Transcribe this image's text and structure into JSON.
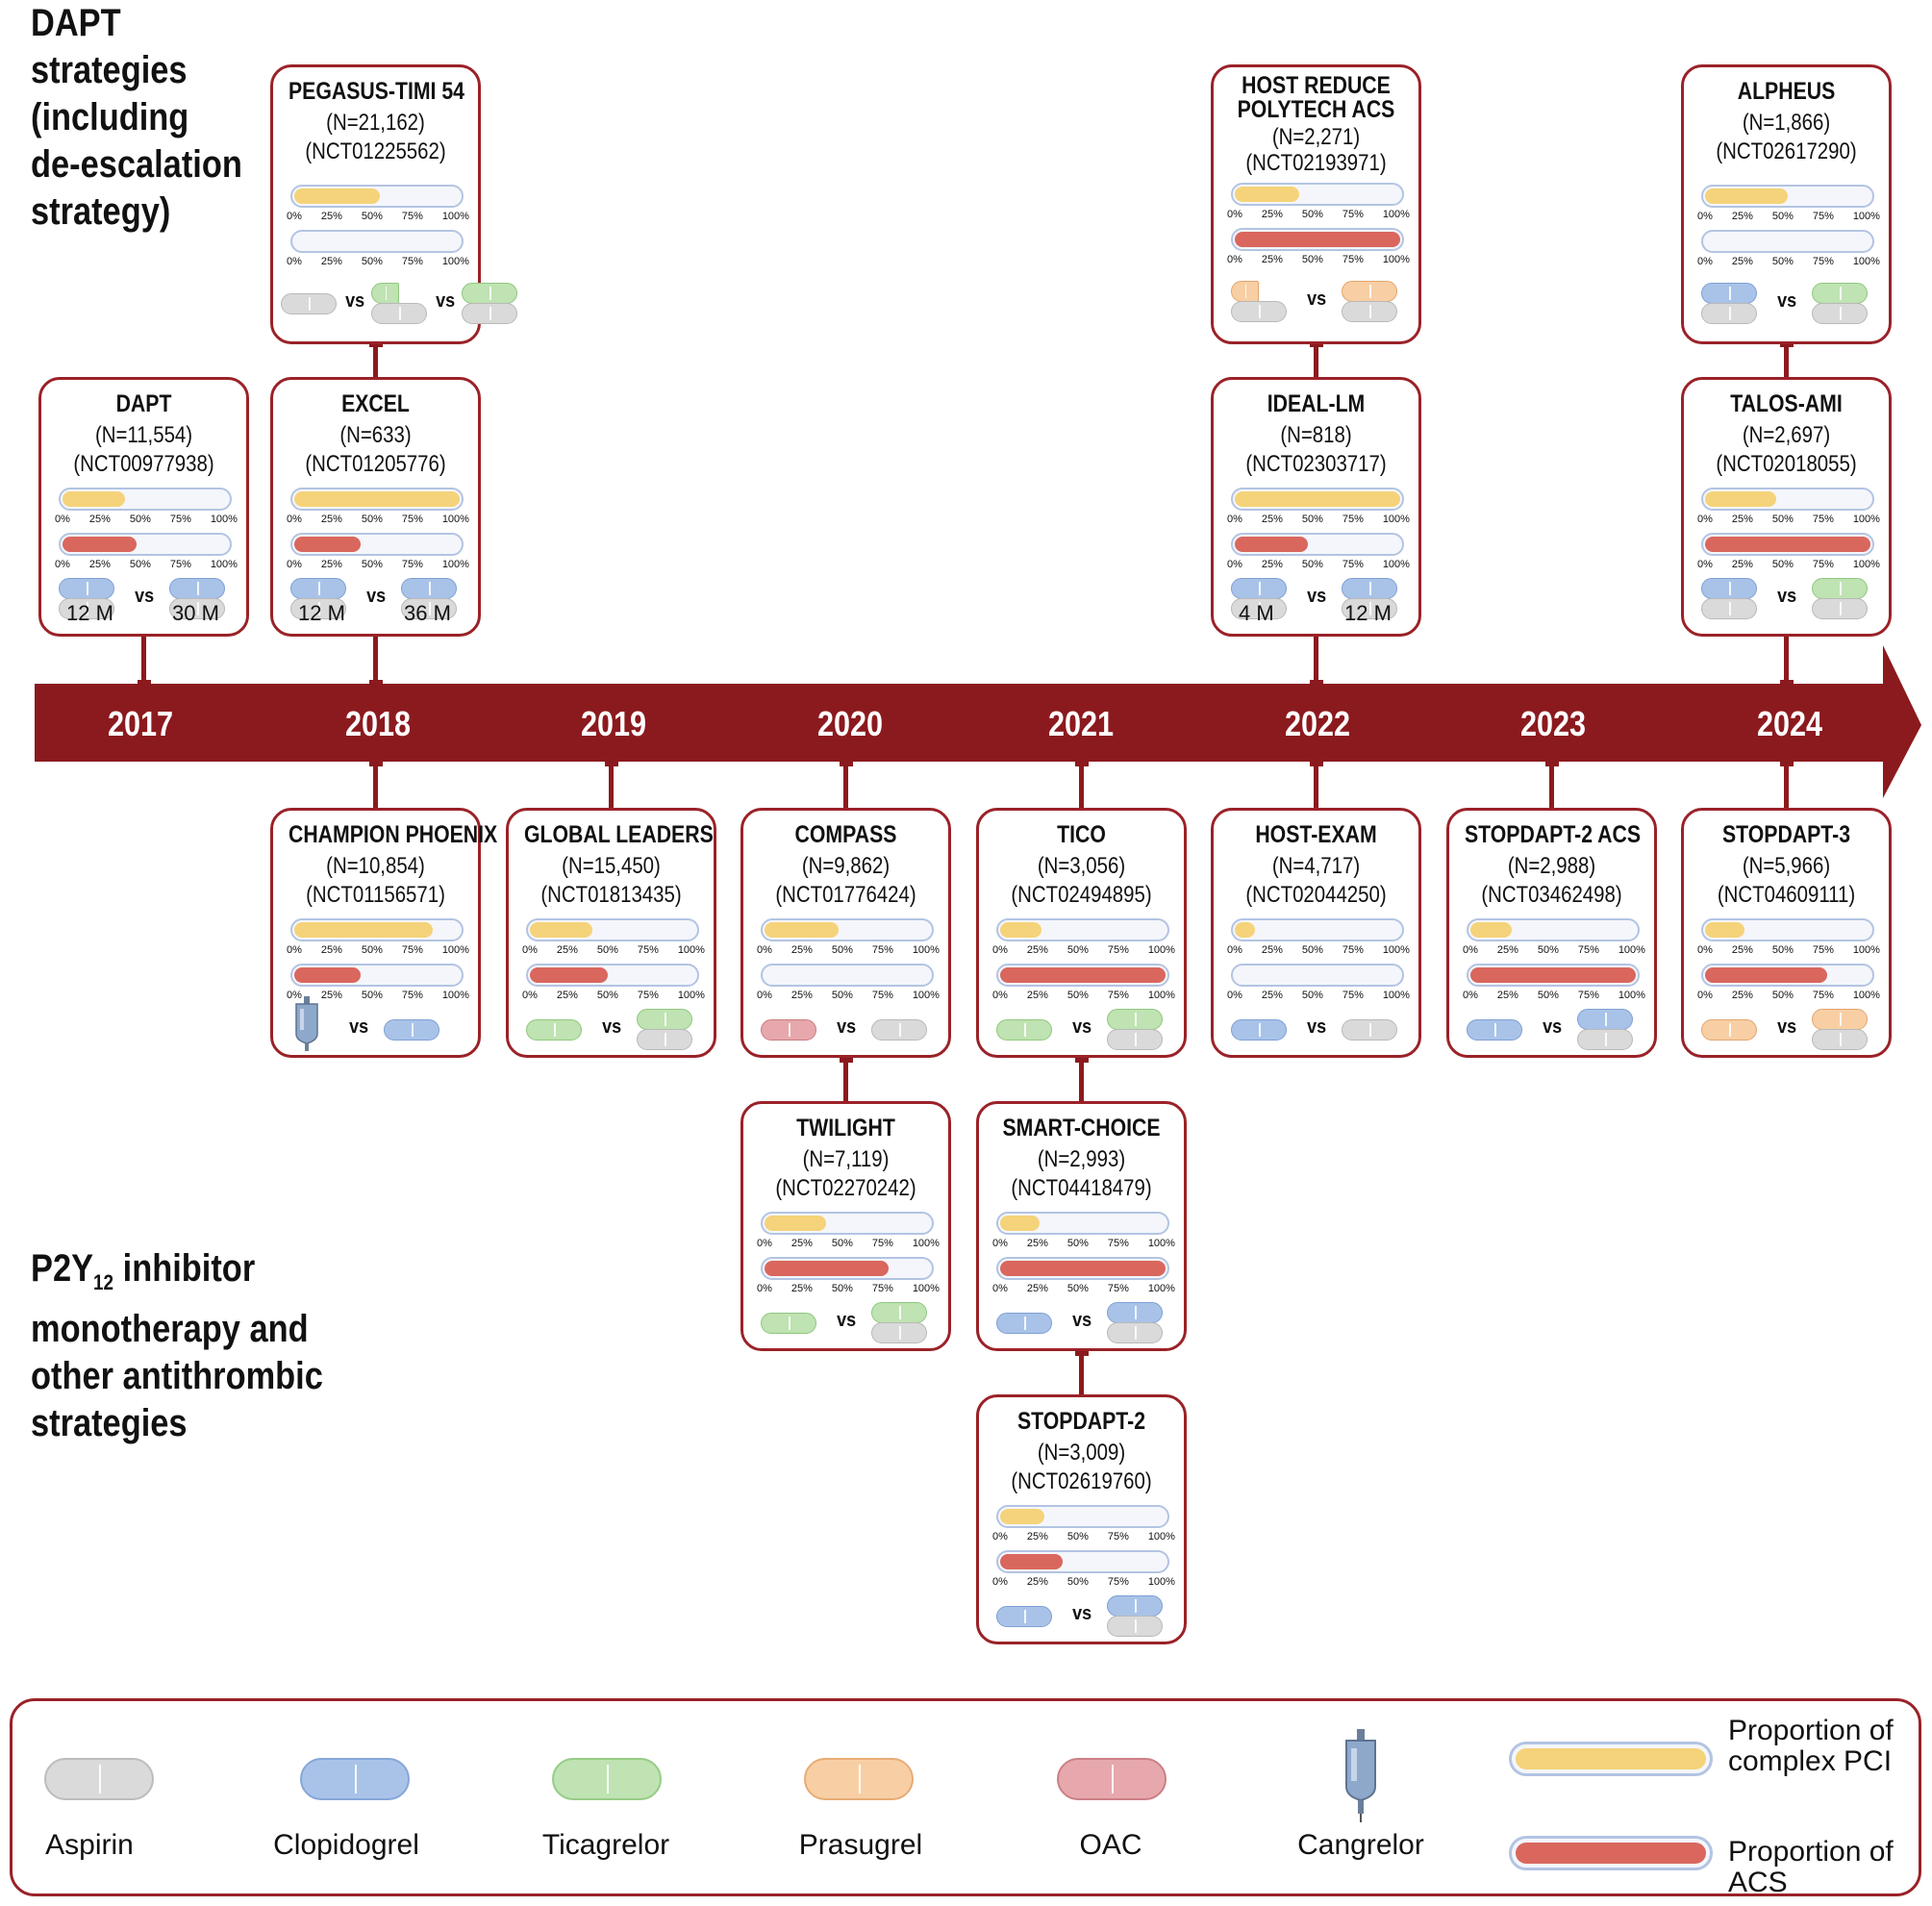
{
  "titles": {
    "top": [
      "DAPT",
      "strategies",
      "(including",
      "de-escalation",
      "strategy)"
    ],
    "bottom_p2y": "P2Y",
    "bottom_sub": "12",
    "bottom_rest": [
      " inhibitor",
      "monotherapy and",
      "other antithrombic",
      "strategies"
    ]
  },
  "colors": {
    "arrow": "#8B1A1E",
    "complex_pci": "#F5D37A",
    "acs": "#D9675E",
    "aspirin": "#DADADA",
    "clopidogrel": "#A9C3E8",
    "ticagrelor": "#BFE3B2",
    "prasugrel": "#F8CFA4",
    "oac": "#E6A8AC"
  },
  "years": [
    "2017",
    "2018",
    "2019",
    "2020",
    "2021",
    "2022",
    "2023",
    "2024"
  ],
  "ticks": [
    "0%",
    "25%",
    "50%",
    "75%",
    "100%"
  ],
  "vs_label": "vs",
  "trials": [
    {
      "id": "dapt",
      "name": "DAPT",
      "n": "(N=11,554)",
      "nct": "(NCT00977938)",
      "pci": 0.38,
      "acs": 0.45,
      "durations": [
        "12 M",
        "30 M"
      ]
    },
    {
      "id": "pegasus",
      "name": "PEGASUS-TIMI 54",
      "n": "(N=21,162)",
      "nct": "(NCT01225562)",
      "pci": 0.52,
      "acs": 0
    },
    {
      "id": "excel",
      "name": "EXCEL",
      "n": "(N=633)",
      "nct": "(NCT01205776)",
      "pci": 1.0,
      "acs": 0.4,
      "durations": [
        "12 M",
        "36 M"
      ]
    },
    {
      "id": "host-reduce",
      "name1": "HOST REDUCE",
      "name2": "POLYTECH ACS",
      "n": "(N=2,271)",
      "nct": "(NCT02193971)",
      "pci": 0.39,
      "acs": 1.0
    },
    {
      "id": "ideal-lm",
      "name": "IDEAL-LM",
      "n": "(N=818)",
      "nct": "(NCT02303717)",
      "pci": 1.0,
      "acs": 0.44,
      "durations": [
        "4 M",
        "12 M"
      ]
    },
    {
      "id": "alpheus",
      "name": "ALPHEUS",
      "n": "(N=1,866)",
      "nct": "(NCT02617290)",
      "pci": 0.5,
      "acs": 0
    },
    {
      "id": "talos",
      "name": "TALOS-AMI",
      "n": "(N=2,697)",
      "nct": "(NCT02018055)",
      "pci": 0.43,
      "acs": 1.0
    },
    {
      "id": "champion",
      "name": "CHAMPION PHOENIX",
      "n": "(N=10,854)",
      "nct": "(NCT01156571)",
      "pci": 0.84,
      "acs": 0.4
    },
    {
      "id": "global",
      "name": "GLOBAL LEADERS",
      "n": "(N=15,450)",
      "nct": "(NCT01813435)",
      "pci": 0.38,
      "acs": 0.47
    },
    {
      "id": "compass",
      "name": "COMPASS",
      "n": "(N=9,862)",
      "nct": "(NCT01776424)",
      "pci": 0.45,
      "acs": 0
    },
    {
      "id": "tico",
      "name": "TICO",
      "n": "(N=3,056)",
      "nct": "(NCT02494895)",
      "pci": 0.25,
      "acs": 1.0
    },
    {
      "id": "host-exam",
      "name": "HOST-EXAM",
      "n": "(N=4,717)",
      "nct": "(NCT02044250)",
      "pci": 0.12,
      "acs": 0
    },
    {
      "id": "stopdapt2acs",
      "name": "STOPDAPT-2 ACS",
      "n": "(N=2,988)",
      "nct": "(NCT03462498)",
      "pci": 0.25,
      "acs": 1.0
    },
    {
      "id": "stopdapt3",
      "name": "STOPDAPT-3",
      "n": "(N=5,966)",
      "nct": "(NCT04609111)",
      "pci": 0.24,
      "acs": 0.74
    },
    {
      "id": "twilight",
      "name": "TWILIGHT",
      "n": "(N=7,119)",
      "nct": "(NCT02270242)",
      "pci": 0.37,
      "acs": 0.75
    },
    {
      "id": "smart-choice",
      "name": "SMART-CHOICE",
      "n": "(N=2,993)",
      "nct": "(NCT04418479)",
      "pci": 0.24,
      "acs": 1.0
    },
    {
      "id": "stopdapt2",
      "name": "STOPDAPT-2",
      "n": "(N=3,009)",
      "nct": "(NCT02619760)",
      "pci": 0.27,
      "acs": 0.38
    }
  ],
  "legend": {
    "aspirin": "Aspirin",
    "clopidogrel": "Clopidogrel",
    "ticagrelor": "Ticagrelor",
    "prasugrel": "Prasugrel",
    "oac": "OAC",
    "cangrelor": "Cangrelor",
    "pci_line1": "Proportion of",
    "pci_line2": "complex PCI",
    "acs_line1": "Proportion of",
    "acs_line2": "ACS"
  }
}
